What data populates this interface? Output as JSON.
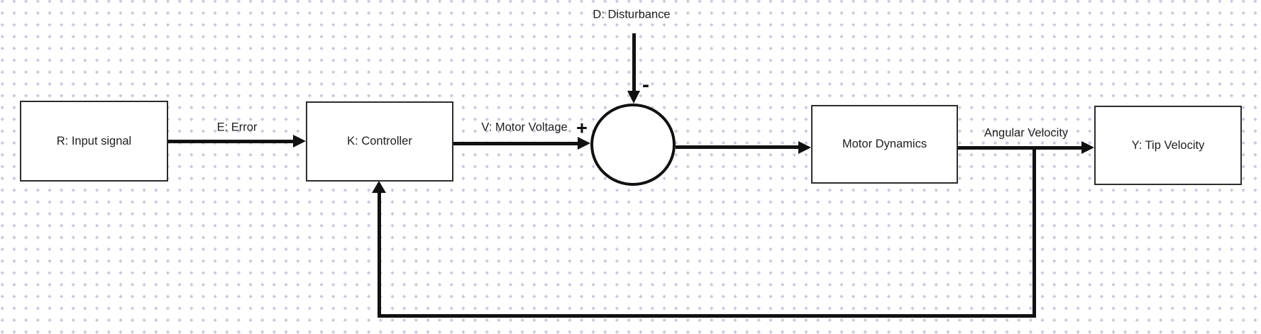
{
  "blocks": [
    {
      "label": "R: Input signal"
    },
    {
      "label": "K: Controller"
    },
    {
      "label": "Motor Dynamics"
    },
    {
      "label": "Y: Tip Velocity"
    }
  ],
  "edge_labels": {
    "error": "E: Error",
    "motor_voltage": "V: Motor Voltage",
    "disturbance": "D: Disturbance",
    "angular_velocity": "Angular Velocity"
  },
  "signs": {
    "plus": "+",
    "minus": "-"
  },
  "colors": {
    "line": "#111111",
    "box_border": "#2d2d2d",
    "text": "#1f1f1f",
    "grid_dot": "#c5cad9",
    "background": "#ffffff"
  }
}
